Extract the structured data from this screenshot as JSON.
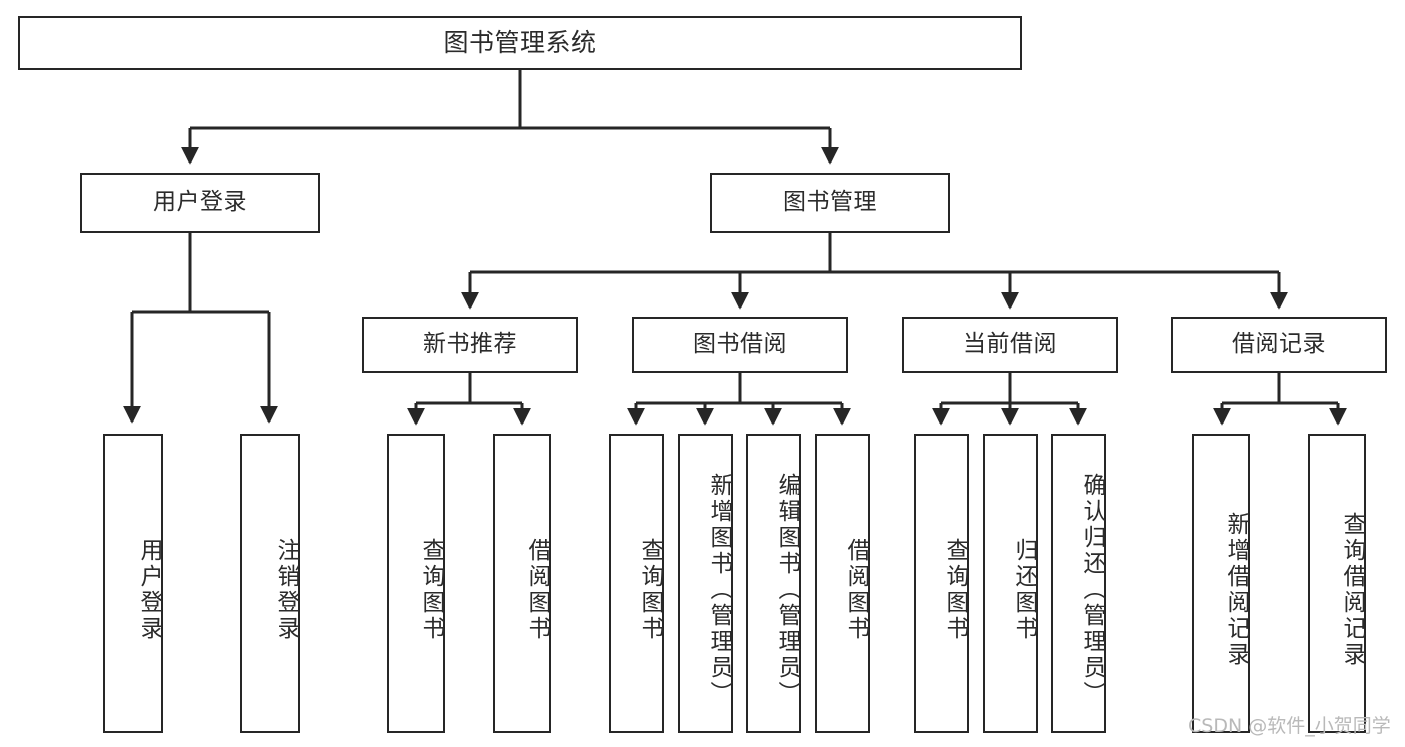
{
  "diagram": {
    "title": "图书管理系统",
    "type": "tree-hierarchy-chart",
    "theme": {
      "background": "#ffffff",
      "box_border": "#262626",
      "box_fill": "#ffffff",
      "text_color": "#2b2b2b",
      "edge_color": "#262626",
      "watermark_color": "#b9b9b9"
    },
    "watermark": "CSDN @软件_小贺同学",
    "levels": {
      "root": {
        "label": "图书管理系统"
      },
      "level2": [
        {
          "id": "user-login",
          "label": "用户登录"
        },
        {
          "id": "book-management",
          "label": "图书管理"
        }
      ],
      "level3": [
        {
          "id": "new-book-recommend",
          "label": "新书推荐",
          "parent": "book-management"
        },
        {
          "id": "book-borrow",
          "label": "图书借阅",
          "parent": "book-management"
        },
        {
          "id": "current-borrow",
          "label": "当前借阅",
          "parent": "book-management"
        },
        {
          "id": "borrow-record",
          "label": "借阅记录",
          "parent": "book-management"
        }
      ],
      "leaves": [
        {
          "id": "leaf-user-login",
          "label": "用户登录",
          "parent": "user-login"
        },
        {
          "id": "leaf-user-logout",
          "label": "注销登录",
          "parent": "user-login"
        },
        {
          "id": "leaf-query-book-1",
          "label": "查询图书",
          "parent": "new-book-recommend"
        },
        {
          "id": "leaf-borrow-book-1",
          "label": "借阅图书",
          "parent": "new-book-recommend"
        },
        {
          "id": "leaf-query-book-2",
          "label": "查询图书",
          "parent": "book-borrow"
        },
        {
          "id": "leaf-add-book",
          "label": "新增图书（管理员）",
          "parent": "book-borrow"
        },
        {
          "id": "leaf-edit-book",
          "label": "编辑图书（管理员）",
          "parent": "book-borrow"
        },
        {
          "id": "leaf-borrow-book-2",
          "label": "借阅图书",
          "parent": "book-borrow"
        },
        {
          "id": "leaf-query-book-3",
          "label": "查询图书",
          "parent": "current-borrow"
        },
        {
          "id": "leaf-return-book",
          "label": "归还图书",
          "parent": "current-borrow"
        },
        {
          "id": "leaf-confirm-return",
          "label": "确认归还（管理员）",
          "parent": "current-borrow"
        },
        {
          "id": "leaf-add-record",
          "label": "新增借阅记录",
          "parent": "borrow-record"
        },
        {
          "id": "leaf-query-record",
          "label": "查询借阅记录",
          "parent": "borrow-record"
        }
      ]
    }
  }
}
